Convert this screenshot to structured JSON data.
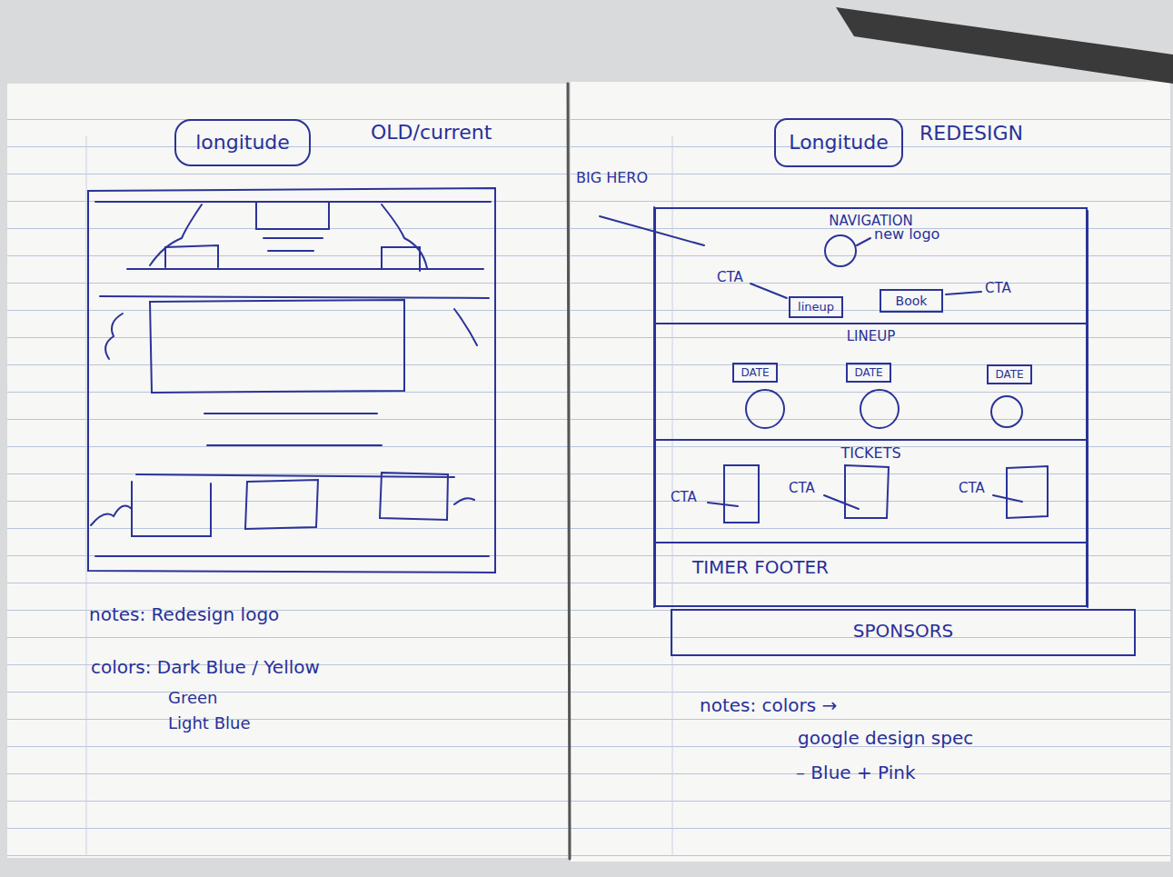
{
  "diagram": {
    "nodes": [
      {
        "text": [
          "longitude"
        ]
      },
      {
        "text": [
          "Longitude"
        ]
      },
      {
        "text": [
          "NAVIGATION"
        ]
      },
      {
        "text": [
          "lineup"
        ],
        "in": 2
      },
      {
        "text": [
          "Book"
        ],
        "in": 2
      },
      {
        "text": [
          "LINEUP"
        ]
      },
      {
        "text": [
          "DATE"
        ],
        "in": 5
      },
      {
        "text": [
          "DATE"
        ],
        "in": 5
      },
      {
        "text": [
          "DATE"
        ],
        "in": 5
      },
      {
        "text": [
          "TICKETS"
        ]
      },
      {
        "text": [
          "TIMER FOOTER"
        ]
      },
      {
        "text": [
          "SPONSORS"
        ]
      }
    ],
    "labels": [
      "OLD/current",
      "notes: Redesign logo",
      "colors: Dark Blue / Yellow",
      "Green",
      "Light Blue",
      "REDESIGN",
      "BIG HERO",
      "new logo",
      "CTA",
      "CTA",
      "CTA",
      "CTA",
      "CTA",
      "notes: colors →",
      "google design spec",
      "– Blue + Pink"
    ]
  }
}
